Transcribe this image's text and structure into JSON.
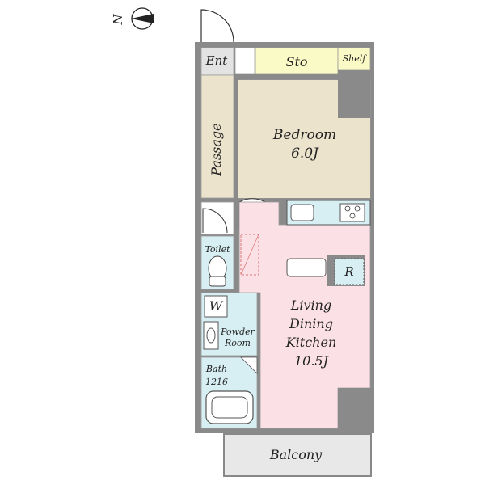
{
  "compass": {
    "north_label": "N"
  },
  "rooms": {
    "entrance": {
      "label": "Ent"
    },
    "storage": {
      "label": "Sto"
    },
    "shelf": {
      "label": "Shelf"
    },
    "bedroom": {
      "label": "Bedroom",
      "size": "6.0J"
    },
    "passage": {
      "label": "Passage"
    },
    "toilet": {
      "label": "Toilet"
    },
    "washer": {
      "label": "W"
    },
    "powder_room": {
      "label_line1": "Powder",
      "label_line2": "Room"
    },
    "bath": {
      "label": "Bath",
      "size": "1216"
    },
    "refrigerator": {
      "label": "R"
    },
    "ldk": {
      "line1": "Living",
      "line2": "Dining",
      "line3": "Kitchen",
      "size": "10.5J"
    },
    "balcony": {
      "label": "Balcony"
    }
  },
  "colors": {
    "wall": "#8a8a8a",
    "wet_area": "#d7eef2",
    "bedroom": "#ece3cd",
    "passage": "#ece3cd",
    "ldk": "#fbe1e6",
    "storage": "#fafac7",
    "entrance": "#e3e3e3",
    "balcony": "#e8e8e8"
  }
}
